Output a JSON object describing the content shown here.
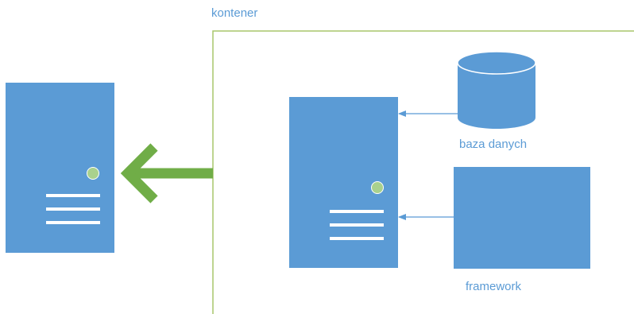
{
  "diagram": {
    "container_label": "kontener",
    "database_label": "baza danych",
    "framework_label": "framework"
  },
  "colors": {
    "server_fill": "#5B9BD5",
    "led_fill": "#A9D18E",
    "arrow_green": "#70AD47",
    "container_border": "#A9C66B",
    "label_text": "#5B9BD5",
    "connector": "#5B9BD5"
  },
  "icons": {
    "host_server": "server-icon",
    "container_server": "server-icon",
    "database": "database-cylinder-icon",
    "framework": "framework-box-icon",
    "deploy_arrow": "arrow-left-icon"
  }
}
